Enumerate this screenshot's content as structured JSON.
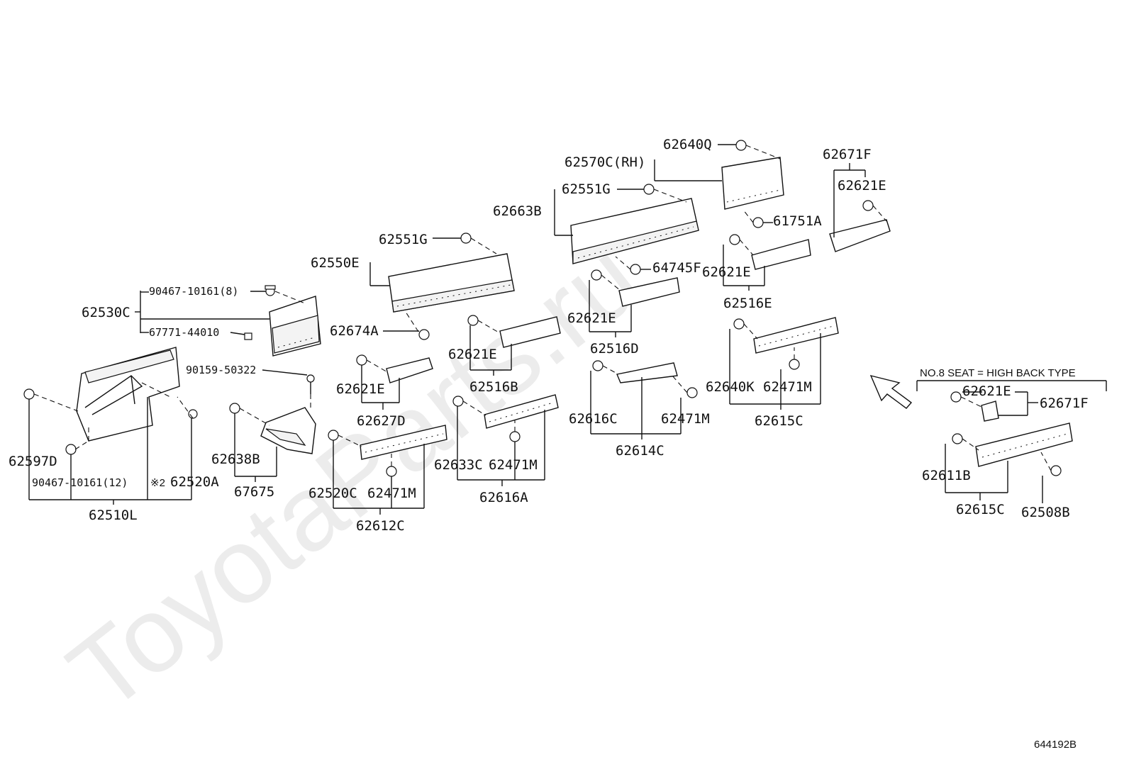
{
  "watermark": "ToyotaParts.ru",
  "figure_code": "644192B",
  "note_header": "NO.8 SEAT = HIGH BACK TYPE",
  "labels": {
    "p62530C": "62530C",
    "p90467_8": "90467-10161(8)",
    "p67771": "67771-44010",
    "p90159": "90159-50322",
    "p62597D": "62597D",
    "p90467_12": "90467-10161(12)",
    "p62520A_mark": "※2",
    "p62520A": "62520A",
    "p62510L": "62510L",
    "p62638B": "62638B",
    "p67675": "67675",
    "p62550E": "62550E",
    "p62551G_a": "62551G",
    "p62674A": "62674A",
    "p62621E_a": "62621E",
    "p62627D": "62627D",
    "p62520C": "62520C",
    "p62471M_a": "62471M",
    "p62612C": "62612C",
    "p62621E_b": "62621E",
    "p62516B": "62516B",
    "p62633C": "62633C",
    "p62471M_b": "62471M",
    "p62616A": "62616A",
    "p62663B": "62663B",
    "p62551G_b": "62551G",
    "p62570C": "62570C(RH)",
    "p62640Q": "62640Q",
    "p61751A": "61751A",
    "p64745F": "64745F",
    "p62621E_c": "62621E",
    "p62516D": "62516D",
    "p62616C": "62616C",
    "p62471M_c": "62471M",
    "p62614C": "62614C",
    "p62621E_d": "62621E",
    "p62516E": "62516E",
    "p62640K": "62640K",
    "p62471M_d": "62471M",
    "p62615C_a": "62615C",
    "p62671F_a": "62671F",
    "p62621E_e": "62621E",
    "p62621E_f": "62621E",
    "p62671F_b": "62671F",
    "p62611B": "62611B",
    "p62615C_b": "62615C",
    "p62508B": "62508B"
  }
}
